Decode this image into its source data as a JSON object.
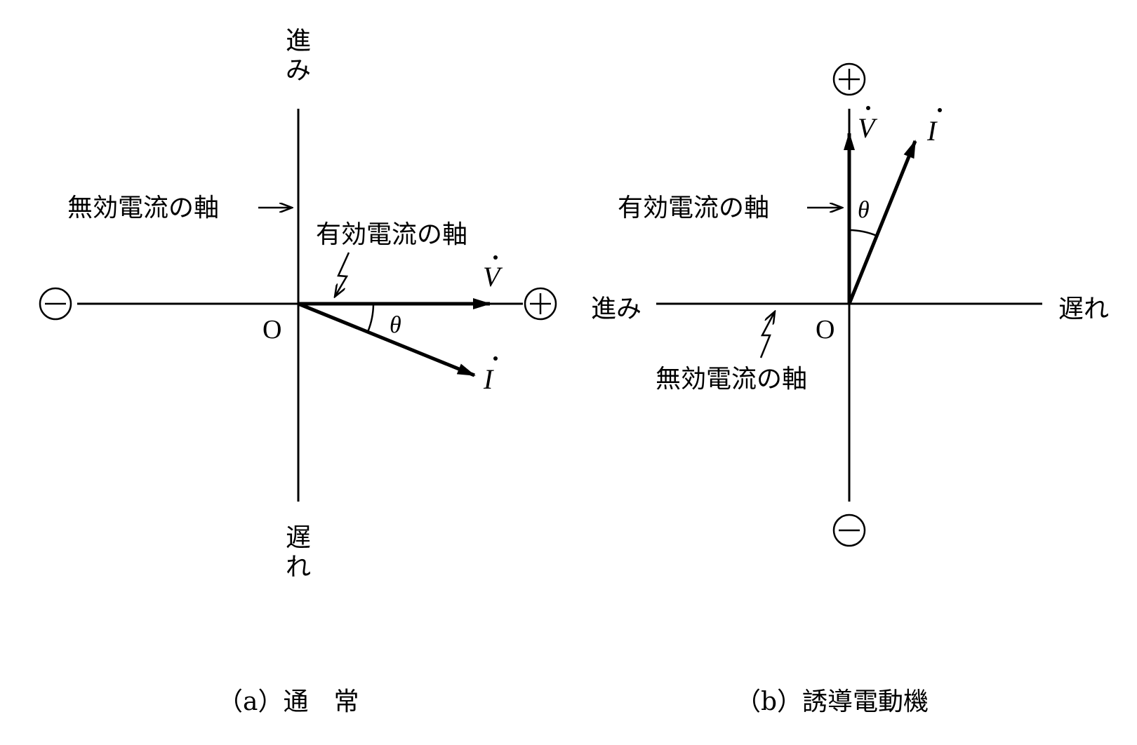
{
  "diagram_a": {
    "lead": "進み",
    "lag": "遅れ",
    "reactive_axis": "無効電流の軸",
    "active_axis": "有効電流の軸",
    "origin": "O",
    "minus": "−",
    "plus": "+",
    "voltage": "V",
    "current": "I",
    "angle": "θ",
    "caption": "（a）通　常"
  },
  "diagram_b": {
    "lead": "進み",
    "lag": "遅れ",
    "active_axis": "有効電流の軸",
    "reactive_axis": "無効電流の軸",
    "origin": "O",
    "minus": "−",
    "plus": "+",
    "voltage": "V",
    "current": "I",
    "angle": "θ",
    "caption": "（b）誘導電動機"
  }
}
